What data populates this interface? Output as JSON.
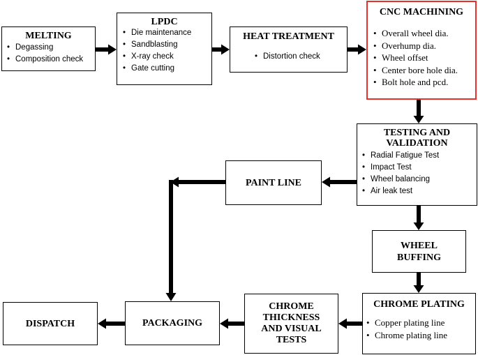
{
  "boxes": {
    "melting": {
      "title": "MELTING",
      "items": [
        "Degassing",
        "Composition check"
      ]
    },
    "lpdc": {
      "title": "LPDC",
      "items": [
        "Die maintenance",
        "Sandblasting",
        "X-ray check",
        "Gate cutting"
      ]
    },
    "heat_treatment": {
      "title": "HEAT TREATMENT",
      "items": [
        "Distortion check"
      ]
    },
    "cnc_machining": {
      "title": "CNC MACHINING",
      "items": [
        "Overall wheel dia.",
        "Overhump dia.",
        "Wheel offset",
        "Center bore hole dia.",
        "Bolt hole and pcd."
      ]
    },
    "testing_validation": {
      "title_line1": "TESTING AND",
      "title_line2": "VALIDATION",
      "items": [
        "Radial Fatigue Test",
        "Impact Test",
        "Wheel balancing",
        "Air leak test"
      ]
    },
    "paint_line": {
      "title": "PAINT LINE"
    },
    "wheel_buffing": {
      "title_line1": "WHEEL",
      "title_line2": "BUFFING"
    },
    "chrome_plating": {
      "title": "CHROME PLATING",
      "items": [
        "Copper plating line",
        "Chrome plating line"
      ]
    },
    "chrome_tests": {
      "title_lines": [
        "CHROME",
        "THICKNESS",
        "AND VISUAL",
        "TESTS"
      ]
    },
    "packaging": {
      "title": "PACKAGING"
    },
    "dispatch": {
      "title": "DISPATCH"
    }
  },
  "colors": {
    "highlight_border": "#e8302a",
    "line": "#000000"
  }
}
